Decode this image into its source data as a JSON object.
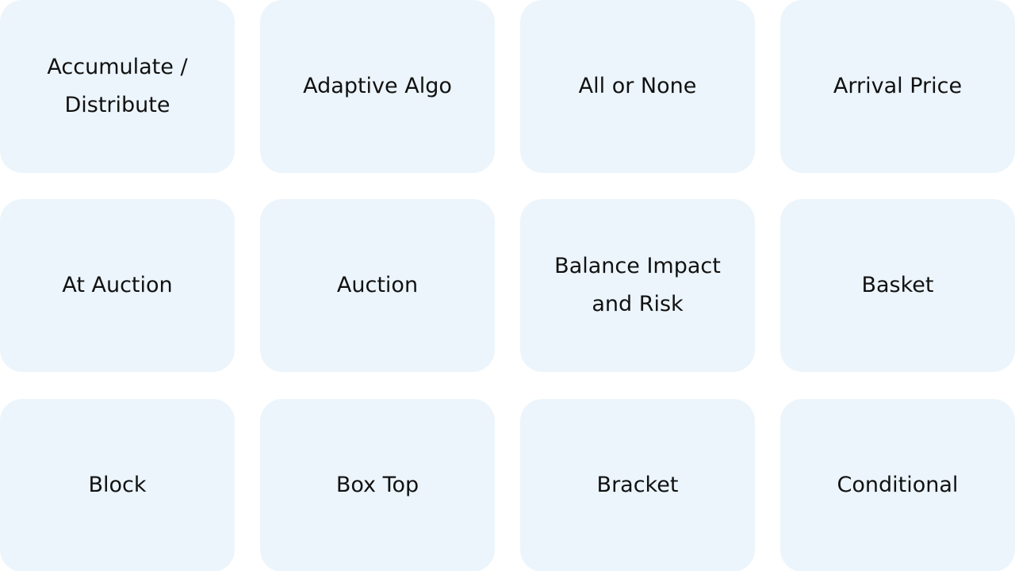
{
  "tiles": [
    {
      "label": "Accumulate /\nDistribute"
    },
    {
      "label": "Adaptive Algo"
    },
    {
      "label": "All or None"
    },
    {
      "label": "Arrival Price"
    },
    {
      "label": "At Auction"
    },
    {
      "label": "Auction"
    },
    {
      "label": "Balance Impact\nand Risk"
    },
    {
      "label": "Basket"
    },
    {
      "label": "Block"
    },
    {
      "label": "Box Top"
    },
    {
      "label": "Bracket"
    },
    {
      "label": "Conditional"
    }
  ],
  "colors": {
    "tile_background": "#ecf5fb",
    "text": "#111111",
    "page_background": "#ffffff"
  }
}
